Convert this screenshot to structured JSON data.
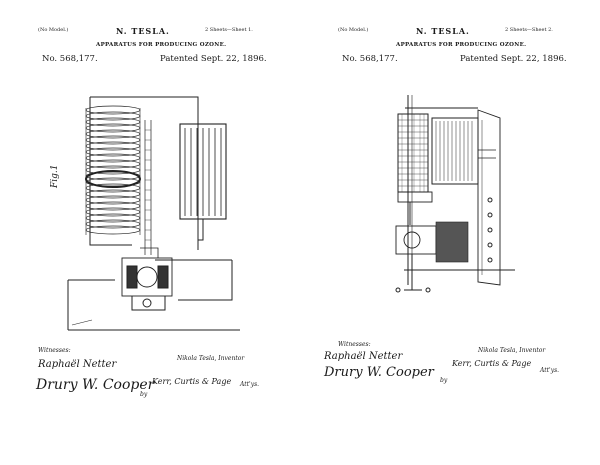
{
  "sheet1": {
    "no_model": "(No Model.)",
    "inventor": "N. TESLA.",
    "sheets": "2 Sheets—Sheet 1.",
    "title": "APPARATUS FOR PRODUCING OZONE.",
    "patent_no": "No. 568,177.",
    "patented": "Patented Sept. 22, 1896.",
    "fig_label": "Fig.1",
    "witnesses_label": "Witnesses:",
    "witness_1": "Raphaël Netter",
    "witness_2": "Drury W. Cooper",
    "inventor_sig": "Nikola Tesla, Inventor",
    "by": "by",
    "attorneys": "Kerr, Curtis & Page",
    "attys": "Att'ys."
  },
  "sheet2": {
    "no_model": "(No Model.)",
    "inventor": "N. TESLA.",
    "sheets": "2 Sheets—Sheet 2.",
    "title": "APPARATUS FOR PRODUCING OZONE.",
    "patent_no": "No. 568,177.",
    "patented": "Patented Sept. 22, 1896.",
    "witnesses_label": "Witnesses:",
    "witness_1": "Raphaël Netter",
    "witness_2": "Drury W. Cooper",
    "inventor_sig": "Nikola Tesla, Inventor",
    "by": "by",
    "attorneys": "Kerr, Curtis & Page",
    "attys": "Att'ys."
  }
}
